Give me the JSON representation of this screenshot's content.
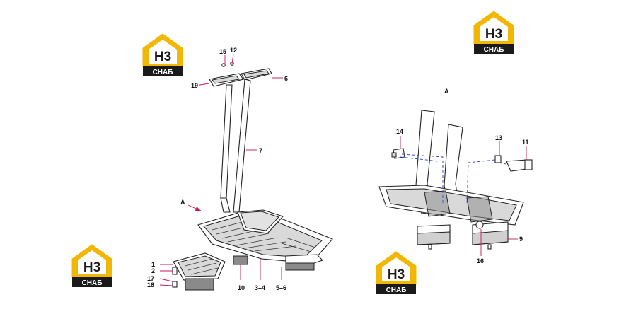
{
  "logo": {
    "mark": "H3",
    "brand": "СНАБ",
    "accent": "#f2b705",
    "dark": "#1a1a1a"
  },
  "view_label": "A",
  "arrow_label": "A",
  "callouts": {
    "c15": "15",
    "c12": "12",
    "c19": "19",
    "c6": "6",
    "c7": "7",
    "c1": "1",
    "c2": "2",
    "c17": "17",
    "c18": "18",
    "c10": "10",
    "c3_4": "3–4",
    "c5_6": "5–6",
    "c14": "14",
    "c13": "13",
    "c11": "11",
    "c9": "9",
    "c16": "16"
  }
}
